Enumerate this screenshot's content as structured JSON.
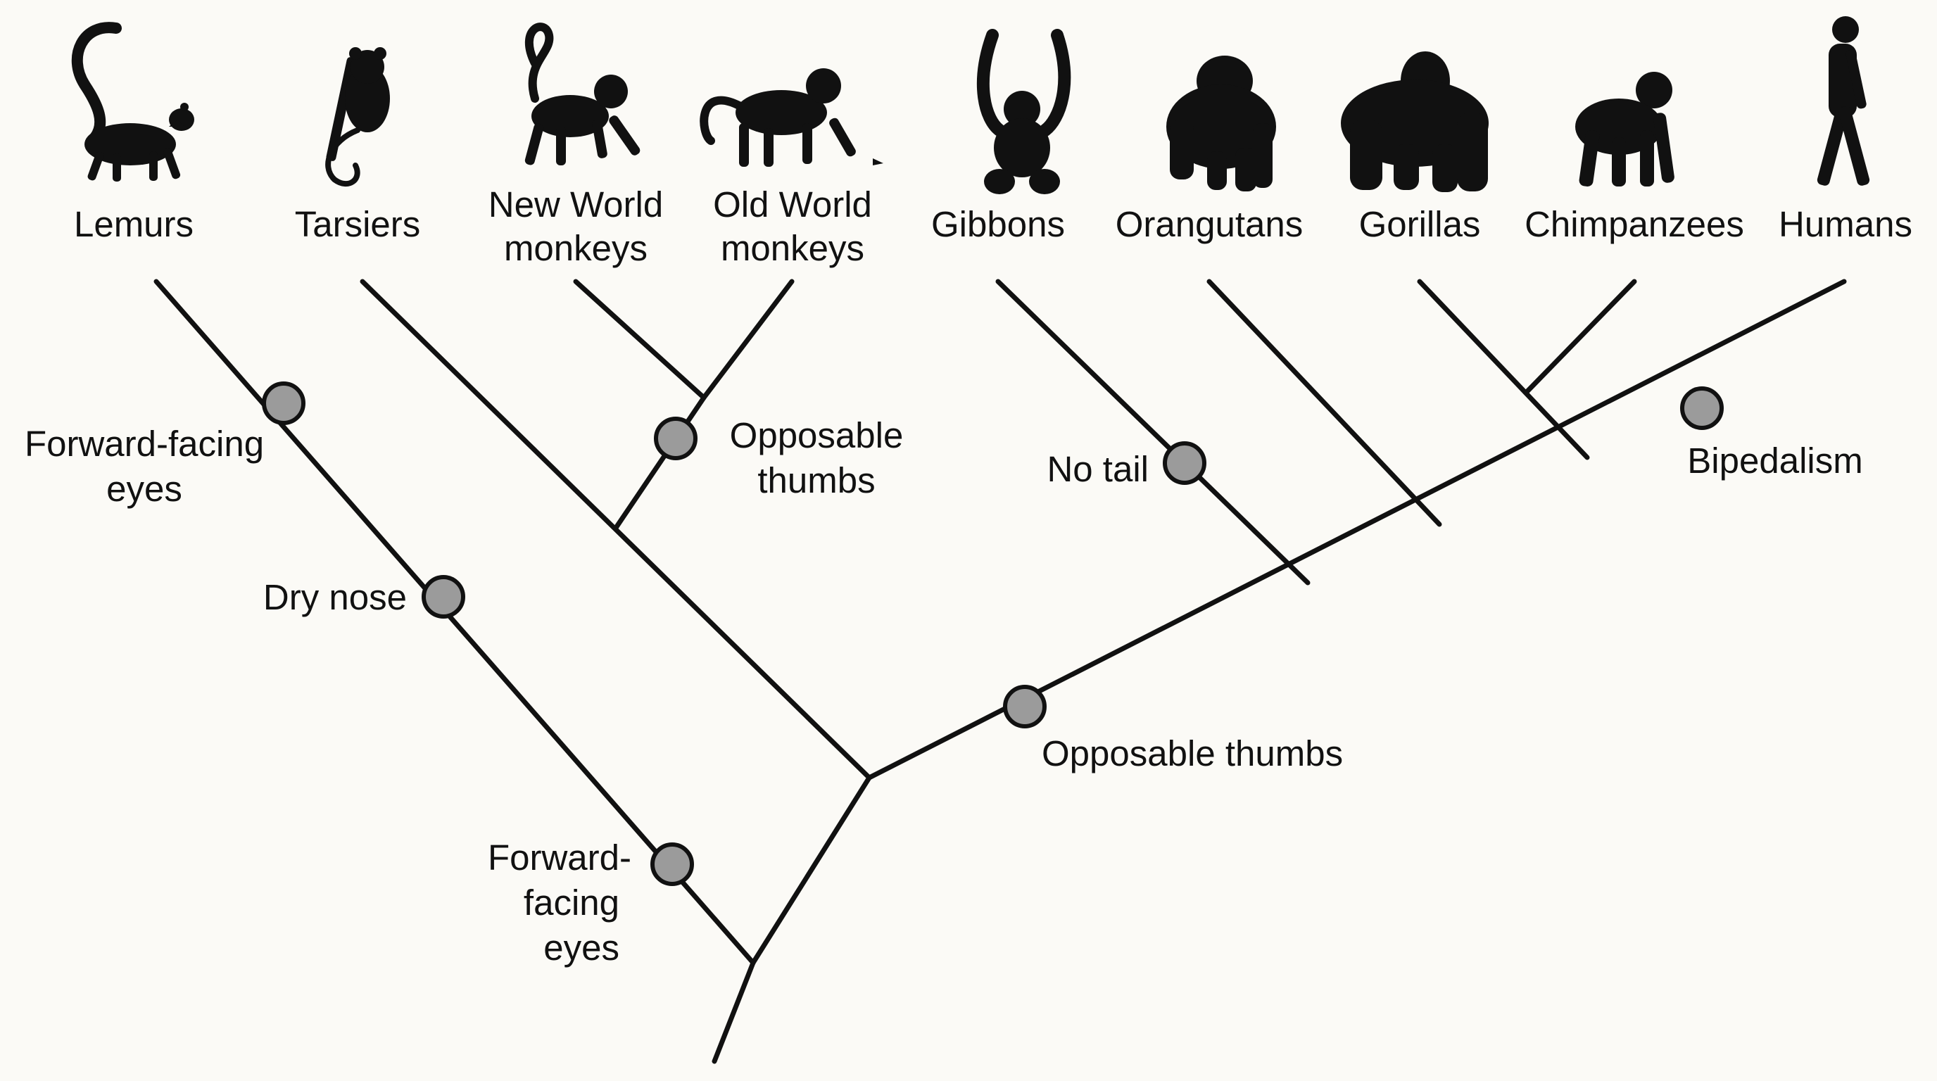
{
  "taxa": [
    {
      "label": "Lemurs",
      "icon": "lemur-icon"
    },
    {
      "label": "Tarsiers",
      "icon": "tarsier-icon"
    },
    {
      "label": "New World monkeys",
      "line1": "New World",
      "line2": "monkeys",
      "icon": "new-world-monkey-icon"
    },
    {
      "label": "Old World monkeys",
      "line1": "Old World",
      "line2": "monkeys",
      "icon": "old-world-monkey-icon"
    },
    {
      "label": "Gibbons",
      "icon": "gibbon-icon"
    },
    {
      "label": "Orangutans",
      "icon": "orangutan-icon"
    },
    {
      "label": "Gorillas",
      "icon": "gorilla-icon"
    },
    {
      "label": "Chimpanzees",
      "icon": "chimpanzee-icon"
    },
    {
      "label": "Humans",
      "icon": "human-icon"
    }
  ],
  "traits": [
    {
      "label": "Forward-facing eyes",
      "lines": [
        "Forward-facing",
        "eyes"
      ],
      "branch": "Lemurs"
    },
    {
      "label": "Dry nose",
      "lines": [
        "Dry nose"
      ],
      "branch": "Lemurs"
    },
    {
      "label": "Forward-facing eyes",
      "lines": [
        "Forward-",
        "facing",
        "eyes"
      ],
      "branch": "Lemurs"
    },
    {
      "label": "Opposable thumbs",
      "lines": [
        "Opposable",
        "thumbs"
      ],
      "branch": "New World monkeys + Old World monkeys"
    },
    {
      "label": "No tail",
      "lines": [
        "No tail"
      ],
      "branch": "Gibbons"
    },
    {
      "label": "Opposable thumbs",
      "lines": [
        "Opposable thumbs"
      ],
      "branch": "Gibbons + Orangutans + Gorillas + Chimpanzees + Humans"
    },
    {
      "label": "Bipedalism",
      "lines": [
        "Bipedalism"
      ],
      "branch": "Humans"
    }
  ],
  "colors": {
    "background": "#fbfaf6",
    "line": "#111111",
    "marker_fill": "#9b9b9b"
  }
}
